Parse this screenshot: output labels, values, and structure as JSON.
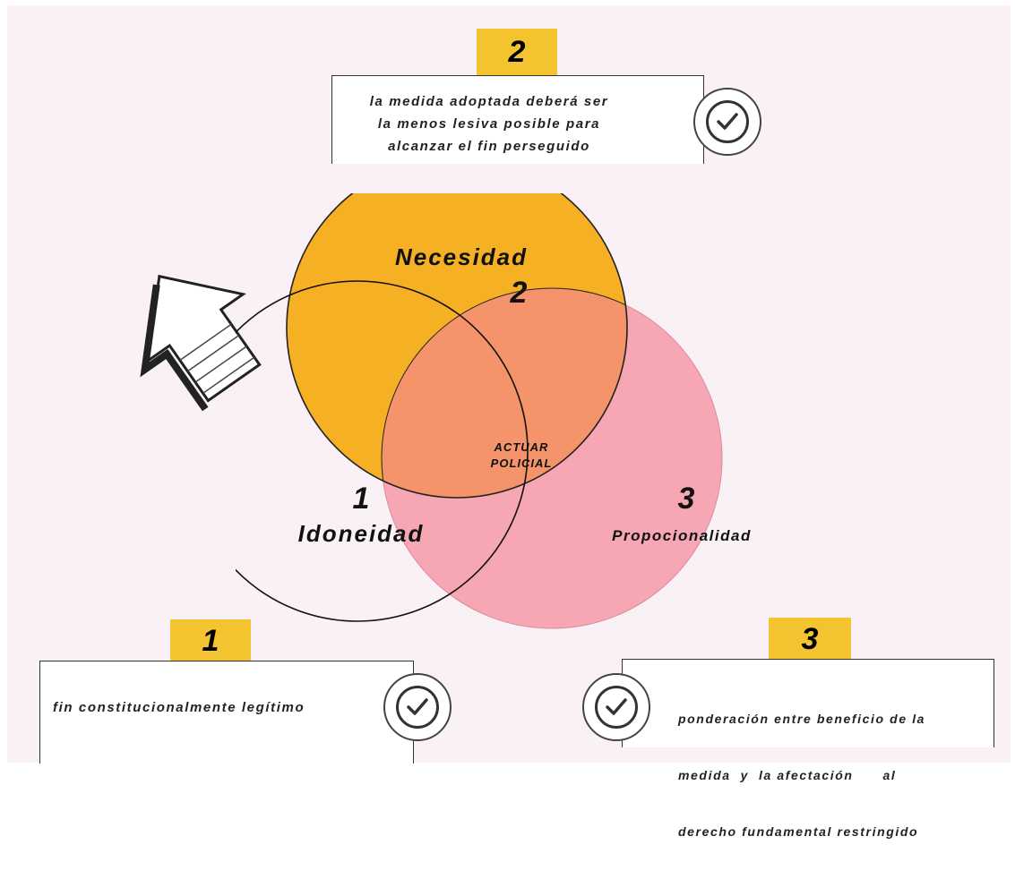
{
  "criteria": [
    {
      "number": "1",
      "description": "fin constitucionalmente legítimo",
      "circle_name": "Idoneidad",
      "circle_number": "1",
      "color": "#ffffff"
    },
    {
      "number": "2",
      "description": "la medida adoptada deberá ser la menos lesiva posible para alcanzar el fin perseguido",
      "description_lines": [
        "la medida adoptada deberá ser",
        "la menos lesiva posible para",
        "alcanzar el fin perseguido"
      ],
      "circle_name": "Necesidad",
      "circle_number": "2",
      "color": "#f5b024"
    },
    {
      "number": "3",
      "description": "ponderación entre beneficio de la medida y la afectación al derecho fundamental restringido",
      "description_lines": [
        "ponderación entre beneficio de la",
        "medida  y  la afectación      al",
        "derecho fundamental restringido"
      ],
      "circle_name": "Propocionalidad",
      "circle_number": "3",
      "color": "#f7a6b4"
    }
  ],
  "center_label_lines": [
    "ACTUAR",
    "POLICIAL"
  ],
  "colors": {
    "background": "#f9f1f6",
    "tag_yellow": "#f4c430",
    "necesidad_fill": "#f5b024",
    "proporcionalidad_fill": "#f7a6b4",
    "overlap_fill": "#f5946a"
  },
  "icons": [
    "check-icon",
    "arrow-sketch-icon"
  ]
}
